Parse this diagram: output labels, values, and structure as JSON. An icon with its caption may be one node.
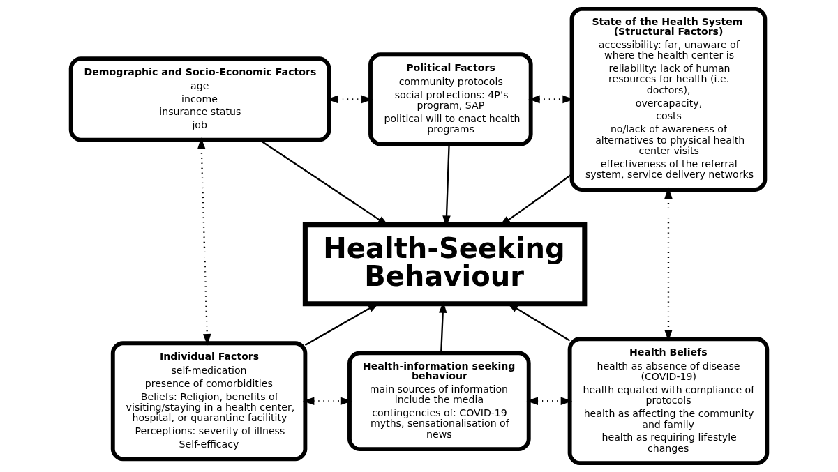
{
  "diagram": {
    "nodes": [
      {
        "text": [
          "Demographic and Socio-Economic Factors",
          "age",
          "income",
          "insurance status",
          "job"
        ]
      },
      {
        "text": [
          "Political Factors",
          "community protocols",
          "social protections: 4P’s program, SAP",
          "political will to enact health programs"
        ]
      },
      {
        "text": [
          "State of the Health System (Structural Factors)",
          "accessibility: far, unaware of where the health center is",
          "reliability: lack of human resources for health (i.e. doctors),",
          "overcapacity,",
          "costs",
          "no/lack of awareness of alternatives to physical health center visits",
          "effectiveness of the referral system, service delivery networks"
        ]
      },
      {
        "text": [
          "Health-Seeking Behaviour"
        ]
      },
      {
        "text": [
          "Individual Factors",
          "self-medication",
          "presence of comorbidities",
          "Beliefs: Religion, benefits of visiting/staying in a health center, hospital, or quarantine facilitity",
          "Perceptions: severity of illness",
          "Self-efficacy"
        ]
      },
      {
        "text": [
          "Health-information seeking behaviour",
          "main sources of information include the media",
          "contingencies of: COVID-19 myths, sensationalisation of news"
        ]
      },
      {
        "text": [
          "Health Beliefs",
          "health as absence of disease (COVID-19)",
          "health equated with compliance of protocols",
          "health as affecting the community and family",
          "health as requiring lifestyle changes"
        ]
      }
    ],
    "edges": [
      {
        "from": 0,
        "to": 1,
        "arrow": "both",
        "style": "dashed"
      },
      {
        "from": 1,
        "to": 2,
        "arrow": "both",
        "style": "dashed"
      },
      {
        "from": 0,
        "to": 4,
        "arrow": "both",
        "style": "dashed"
      },
      {
        "from": 1,
        "to": 3,
        "arrow": "to"
      },
      {
        "from": 0,
        "to": 3,
        "arrow": "to"
      },
      {
        "from": 2,
        "to": 3,
        "arrow": "to"
      },
      {
        "from": 2,
        "to": 6,
        "arrow": "both",
        "style": "dashed"
      },
      {
        "from": 4,
        "to": 3,
        "arrow": "to"
      },
      {
        "from": 5,
        "to": 3,
        "arrow": "to"
      },
      {
        "from": 6,
        "to": 3,
        "arrow": "to"
      },
      {
        "from": 4,
        "to": 5,
        "arrow": "both",
        "style": "dashed"
      },
      {
        "from": 5,
        "to": 6,
        "arrow": "both",
        "style": "dashed"
      }
    ]
  }
}
